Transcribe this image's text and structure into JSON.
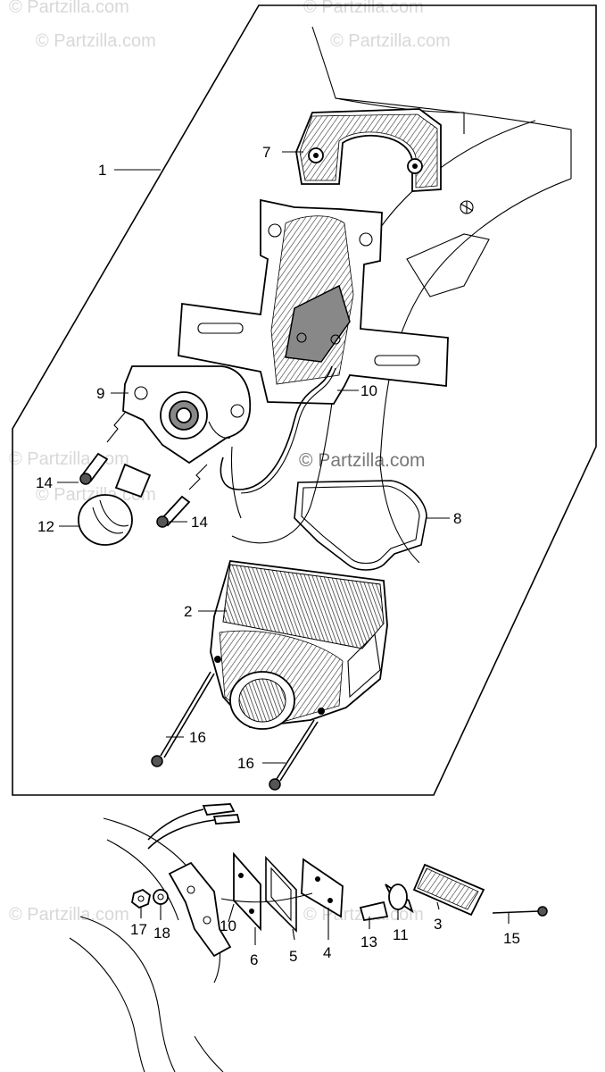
{
  "watermarks": [
    "© Partzilla.com",
    "© Partzilla.com",
    "© Partzilla.com",
    "© Partzilla.com",
    "© Partzilla.com",
    "© Partzilla.com",
    "© Partzilla.com",
    "© Partzilla.com",
    "© Partzilla.com"
  ],
  "callouts": {
    "c1": "1",
    "c2": "2",
    "c3": "3",
    "c4": "4",
    "c5": "5",
    "c6": "6",
    "c7": "7",
    "c8": "8",
    "c9": "9",
    "c10a": "10",
    "c10b": "10",
    "c11": "11",
    "c12": "12",
    "c13": "13",
    "c14a": "14",
    "c14b": "14",
    "c15": "15",
    "c16a": "16",
    "c16b": "16",
    "c17": "17",
    "c18": "18"
  }
}
